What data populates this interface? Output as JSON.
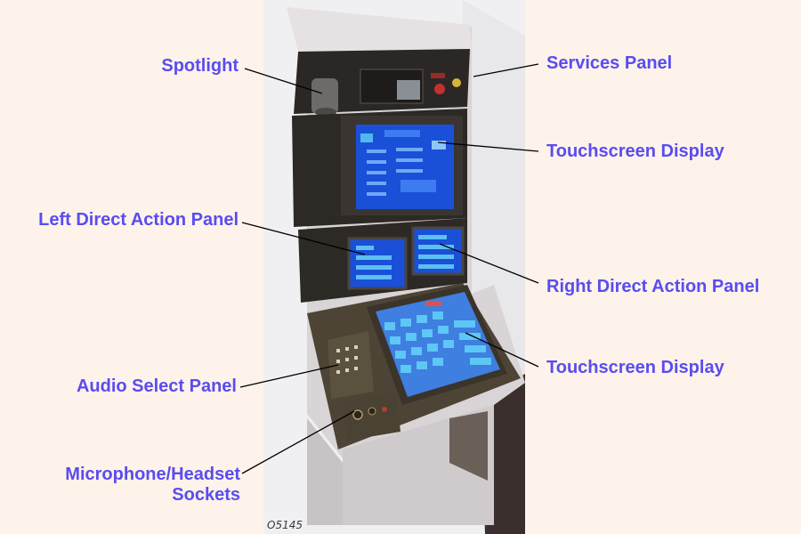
{
  "labels": {
    "spotlight": "Spotlight",
    "services_panel": "Services Panel",
    "touchscreen_upper": "Touchscreen Display",
    "left_dap": "Left Direct Action Panel",
    "right_dap": "Right Direct Action Panel",
    "touchscreen_lower": "Touchscreen Display",
    "audio_select": "Audio Select Panel",
    "mic_line1": "Microphone/Headset",
    "mic_line2": "Sockets"
  },
  "figure_id": "O5145",
  "colors": {
    "background": "#fdf3ea",
    "label_text": "#5a4cf0",
    "leader_line": "#000000",
    "console_body": "#d9d4d6",
    "console_dark": "#2a2622",
    "screen_blue": "#1a4fd8",
    "screen_cyan": "#4fb8ee"
  }
}
